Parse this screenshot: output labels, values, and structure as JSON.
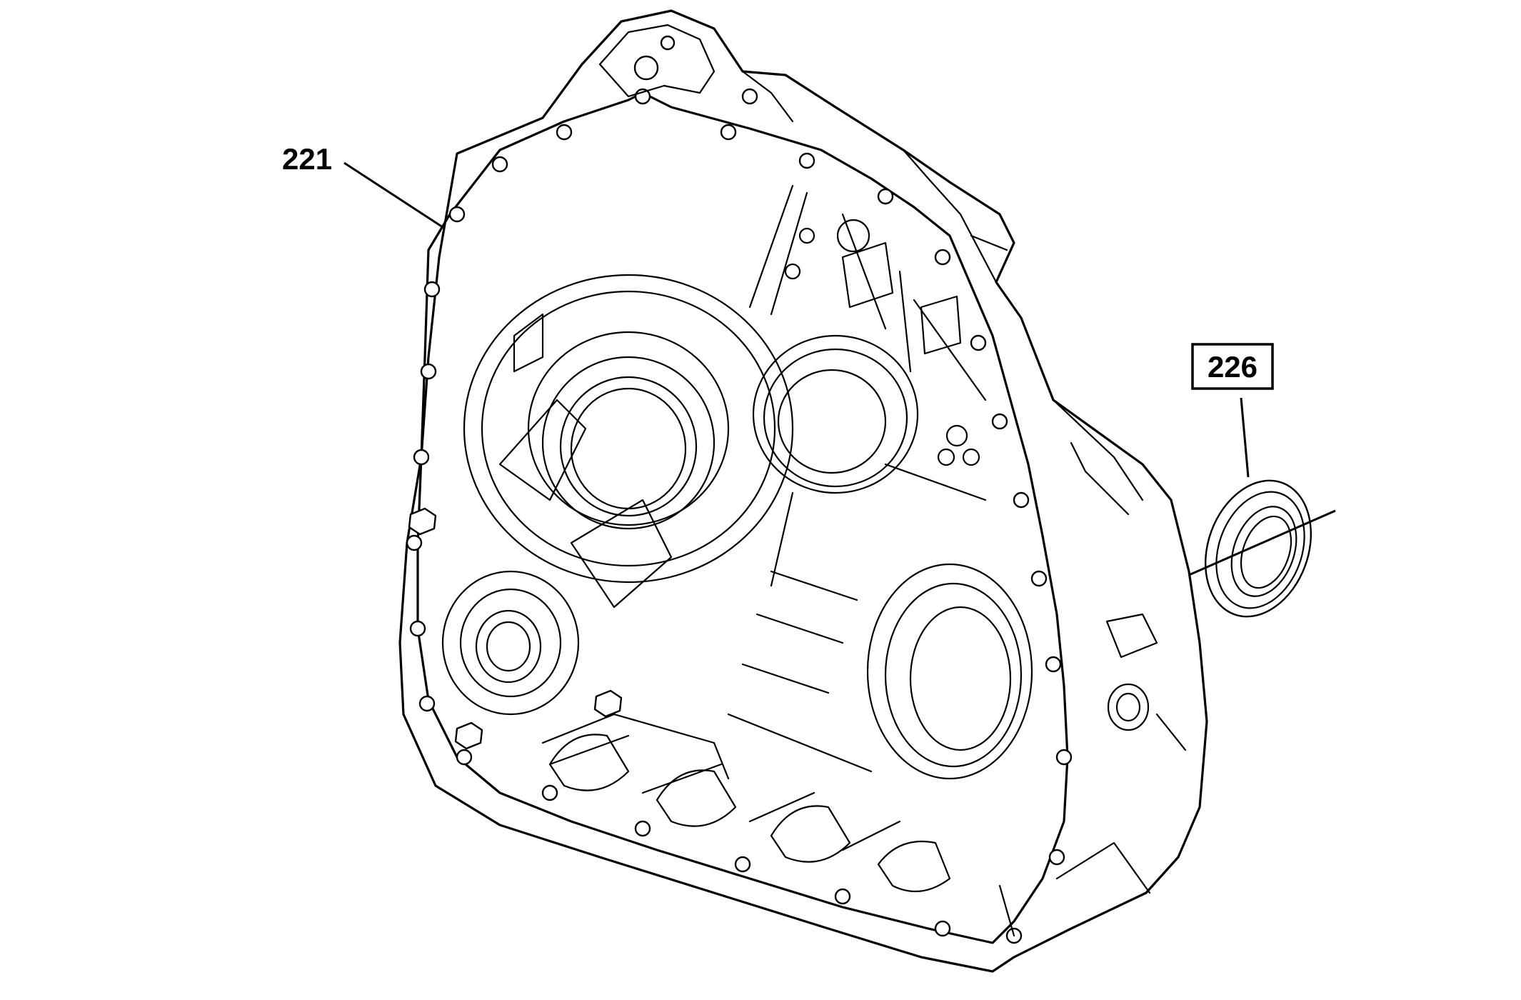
{
  "callouts": [
    {
      "id": "221",
      "label": "221",
      "boxed": false
    },
    {
      "id": "226",
      "label": "226",
      "boxed": true
    }
  ],
  "colors": {
    "line": "#000000",
    "background": "#ffffff"
  }
}
